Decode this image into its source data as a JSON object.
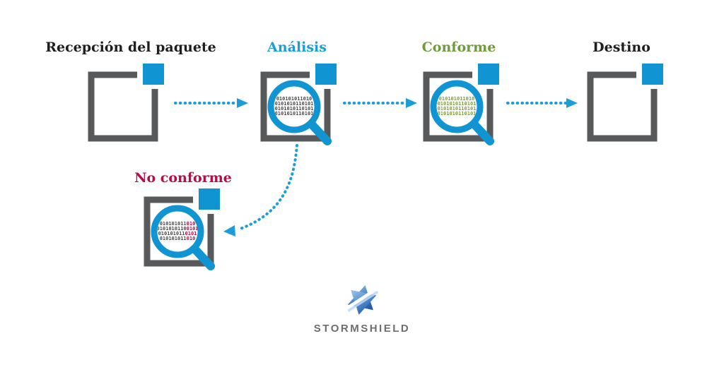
{
  "colors": {
    "accent_blue": "#1095d2",
    "arrow_blue": "#1b9dd9",
    "box_gray": "#58595b",
    "title_dark": "#1e1e1e",
    "title_blue": "#1e9cd7",
    "title_green": "#6f9b3d",
    "title_red": "#b50d49",
    "binary_dark": "#4a4a4c",
    "binary_green": "#7ba142",
    "binary_red": "#b50d49",
    "logo_gray": "#6d6e71"
  },
  "nodes": {
    "recepcion": {
      "label": "Recepción del paquete"
    },
    "analisis": {
      "label": "Análisis",
      "binary_lines": [
        "010101011010",
        "0101010110101",
        "0101010110101",
        "0101010110101"
      ]
    },
    "conforme": {
      "label": "Conforme",
      "binary_lines": [
        "010101011010",
        "0101010110101",
        "0101010110101",
        "0101010110101"
      ]
    },
    "destino": {
      "label": "Destino"
    },
    "no_conforme": {
      "label": "No conforme",
      "binary_lines": [
        {
          "dark": "010101011",
          "red": "010"
        },
        {
          "dark": "0101010110",
          "red": "0101"
        },
        {
          "dark": "010101011",
          "red": "0101"
        },
        {
          "dark": "010101011",
          "red": "010"
        }
      ]
    }
  },
  "logo": {
    "brand": "STORMSHIELD",
    "icon": "stormshield-star"
  }
}
